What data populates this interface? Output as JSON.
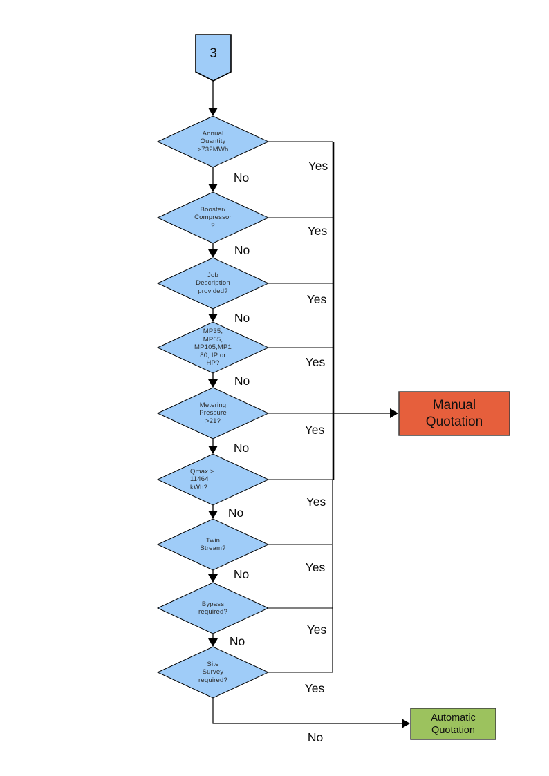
{
  "page": {
    "connector_label": "3"
  },
  "colors": {
    "decision_fill": "#9FCCF8",
    "manual_fill": "#E65F3C",
    "automatic_fill": "#9CC25E",
    "line": "#000000"
  },
  "decisions": [
    {
      "label": "Annual\nQuantity\n>732MWh",
      "yes_label": "Yes",
      "no_label": "No"
    },
    {
      "label": "Booster/\nCompressor\n?",
      "yes_label": "Yes",
      "no_label": "No"
    },
    {
      "label": "Job\nDescription\nprovided?",
      "yes_label": "Yes",
      "no_label": "No"
    },
    {
      "label": "MP35,\nMP65,\nMP105,MP1\n80, IP or\nHP?",
      "yes_label": "Yes",
      "no_label": "No"
    },
    {
      "label": "Metering\nPressure\n>21?",
      "yes_label": "Yes",
      "no_label": "No"
    },
    {
      "label": "Qmax >\n11464\nkWh?",
      "yes_label": "Yes",
      "no_label": "No"
    },
    {
      "label": "Twin\nStream?",
      "yes_label": "Yes",
      "no_label": "No"
    },
    {
      "label": "Bypass\nrequired?",
      "yes_label": "Yes",
      "no_label": "No"
    },
    {
      "label": "Site\nSurvey\nrequired?",
      "yes_label": "Yes",
      "no_label": "No"
    }
  ],
  "terminals": {
    "manual": "Manual\nQuotation",
    "automatic": "Automatic\nQuotation"
  }
}
